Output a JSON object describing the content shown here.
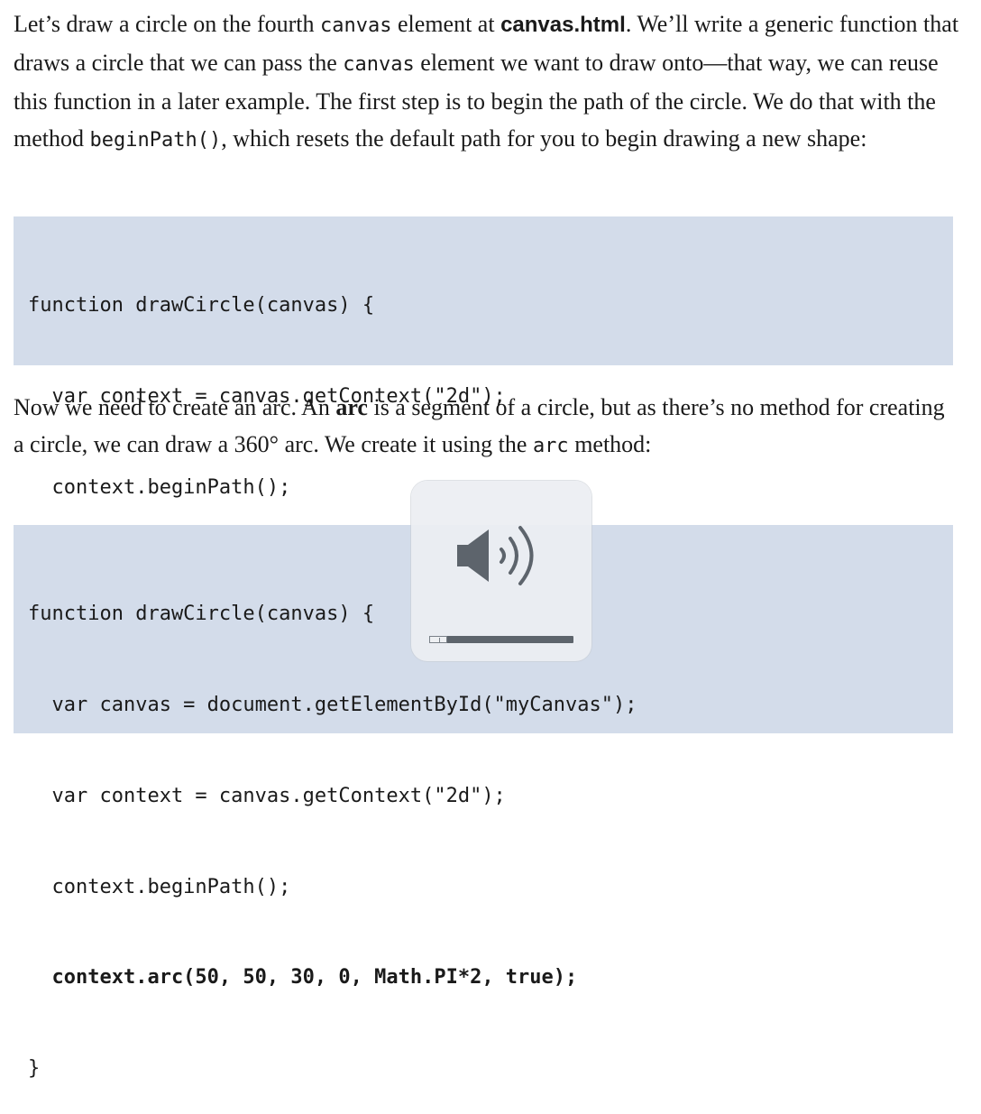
{
  "paragraph1": {
    "t1": "Let’s draw a circle on the fourth ",
    "c1": "canvas",
    "t2": " element at ",
    "b1": "canvas.html",
    "t3": ". We’ll write a generic function that draws a circle that we can pass the ",
    "c2": "canvas",
    "t4": " element we want to draw onto—that way, we can reuse this function in a later example. The first step is to begin the path of the circle. We do that with the method ",
    "c3": "beginPath()",
    "t5": ", which resets the default path for you to begin drawing a new shape:"
  },
  "code_block1": {
    "lines": [
      "function drawCircle(canvas) {",
      "  var context = canvas.getContext(\"2d\");",
      "  context.beginPath();",
      "}"
    ]
  },
  "paragraph2": {
    "t1": "Now we need to create an arc. An ",
    "b1": "arc",
    "t2": " is a segment of a circle, but as there’s no method for creating a circle, we can draw a 360° arc. We create it using the ",
    "c1": "arc",
    "t3": " method:"
  },
  "code_block2": {
    "lines": [
      "function drawCircle(canvas) {",
      "  var canvas = document.getElementById(\"myCanvas\");",
      "  var context = canvas.getContext(\"2d\");",
      "  context.beginPath();",
      "  context.arc(50, 50, 30, 0, Math.PI*2, true);",
      "}"
    ]
  },
  "volume_hud": {
    "icon": "speaker-volume-icon",
    "level": 0.125,
    "segments_total": 16,
    "segments_filled": 2
  }
}
